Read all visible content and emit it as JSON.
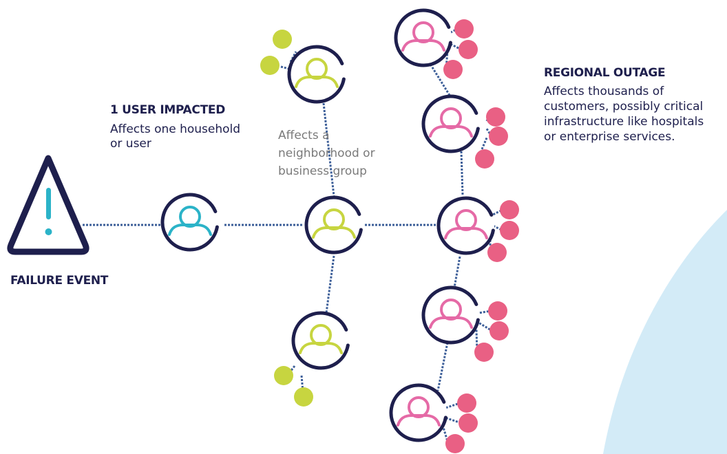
{
  "failure": {
    "heading": "FAILURE EVENT"
  },
  "single_user": {
    "heading": "1 USER IMPACTED",
    "description_line1": "Affects one household",
    "description_line2": "or user"
  },
  "neighborhood": {
    "description_line1": "Affects a",
    "description_line2": "neighborhood or",
    "description_line3": "business group"
  },
  "regional": {
    "heading": "REGIONAL OUTAGE",
    "description_line1": "Affects thousands of",
    "description_line2": "customers, possibly critical",
    "description_line3": "infrastructure like hospitals",
    "description_line4": "or enterprise services."
  },
  "colors": {
    "ring": "#1e1f4d",
    "connector": "#3d5f99",
    "failure_icon": "#1e1f4d",
    "exclamation": "#2bb3c8",
    "single_user": "#2bb3c8",
    "neighborhood_user": "#c7d540",
    "regional_user": "#e56aa6",
    "regional_dot": "#e96084",
    "background_shape": "#d3ebf7"
  },
  "icons": {
    "failure": "warning-triangle-icon",
    "user": "user-icon"
  }
}
